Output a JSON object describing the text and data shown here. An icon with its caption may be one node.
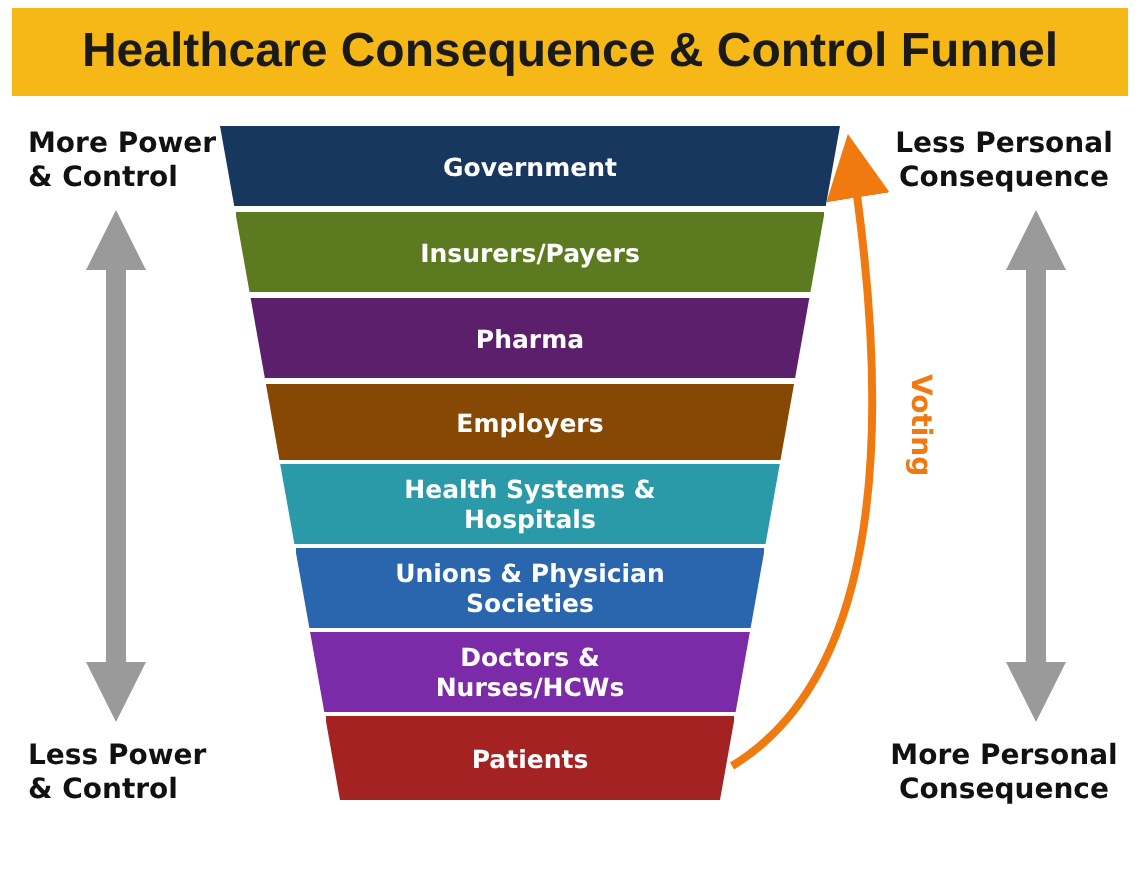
{
  "diagram": {
    "title": "Healthcare Consequence & Control Funnel",
    "nodes": [
      {
        "text": [
          "Government"
        ]
      },
      {
        "text": [
          "Insurers/Payers"
        ]
      },
      {
        "text": [
          "Pharma"
        ]
      },
      {
        "text": [
          "Employers"
        ]
      },
      {
        "text": [
          "Health Systems & Hospitals"
        ]
      },
      {
        "text": [
          "Unions & Physician Societies"
        ]
      },
      {
        "text": [
          "Doctors & Nurses/HCWs"
        ]
      },
      {
        "text": [
          "Patients"
        ]
      }
    ],
    "edges": [
      {
        "from": 7,
        "to": 0,
        "arrow": "to",
        "label": "Voting",
        "color": "#f07a10"
      }
    ],
    "labels": [
      "More Power & Control",
      "Less Personal Consequence",
      "Less Power & Control",
      "More Personal Consequence"
    ]
  }
}
